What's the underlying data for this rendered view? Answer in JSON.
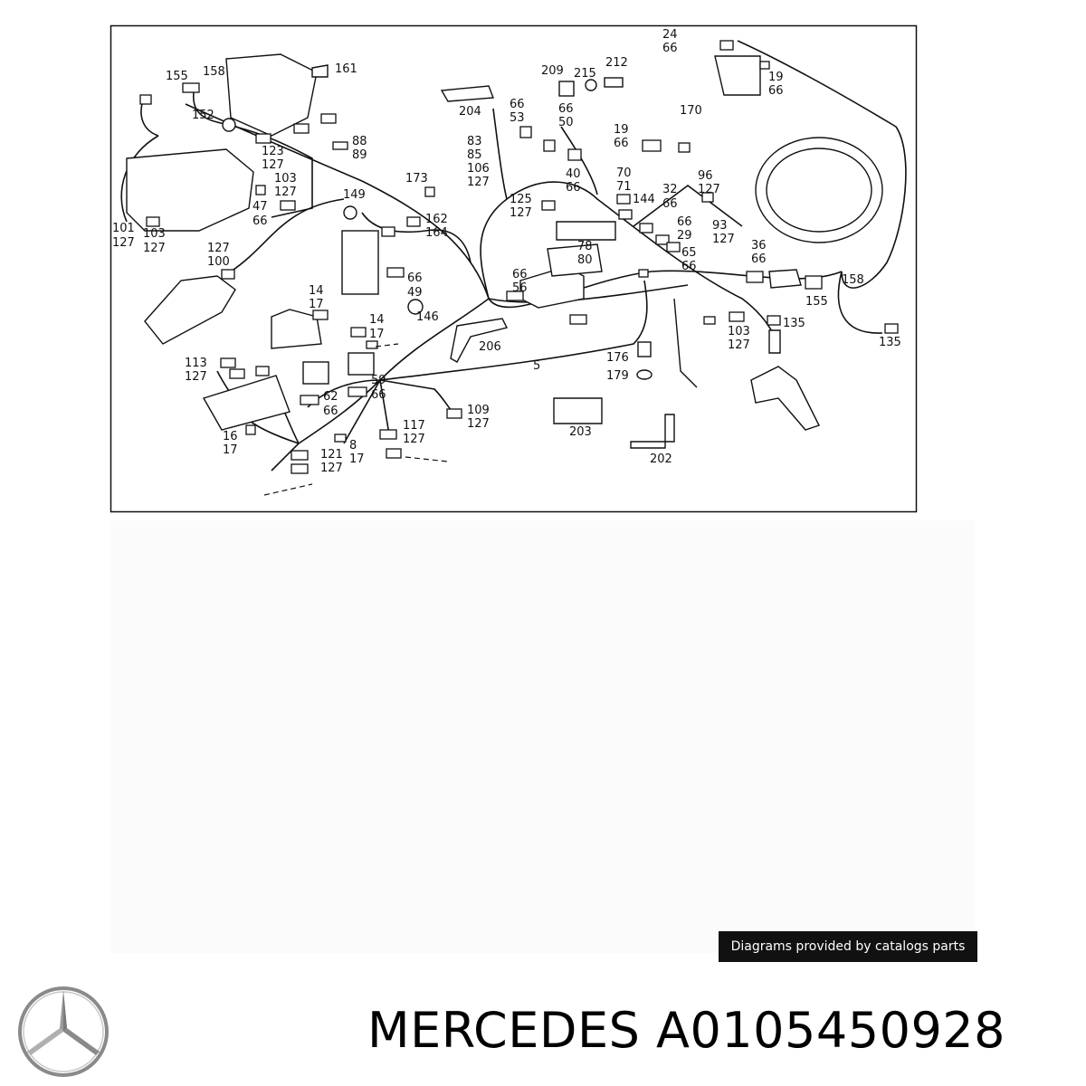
{
  "diagram": {
    "callouts": [
      {
        "id": "c155a",
        "text": "155"
      },
      {
        "id": "c158a",
        "text": "158"
      },
      {
        "id": "c161",
        "text": "161"
      },
      {
        "id": "c152",
        "text": "152"
      },
      {
        "id": "c123",
        "text": "123"
      },
      {
        "id": "c127a",
        "text": "127"
      },
      {
        "id": "c103a",
        "text": "103"
      },
      {
        "id": "c127b",
        "text": "127"
      },
      {
        "id": "c88",
        "text": "88"
      },
      {
        "id": "c89",
        "text": "89"
      },
      {
        "id": "c47",
        "text": "47"
      },
      {
        "id": "c66a",
        "text": "66"
      },
      {
        "id": "c101",
        "text": "101"
      },
      {
        "id": "c127c",
        "text": "127"
      },
      {
        "id": "c103b",
        "text": "103"
      },
      {
        "id": "c127d",
        "text": "127"
      },
      {
        "id": "c127e",
        "text": "127"
      },
      {
        "id": "c100",
        "text": "100"
      },
      {
        "id": "c173",
        "text": "173"
      },
      {
        "id": "c149",
        "text": "149"
      },
      {
        "id": "c162",
        "text": "162"
      },
      {
        "id": "c164",
        "text": "164"
      },
      {
        "id": "c204",
        "text": "204"
      },
      {
        "id": "c209",
        "text": "209"
      },
      {
        "id": "c215",
        "text": "215"
      },
      {
        "id": "c212",
        "text": "212"
      },
      {
        "id": "c66b",
        "text": "66"
      },
      {
        "id": "c53",
        "text": "53"
      },
      {
        "id": "c66c",
        "text": "66"
      },
      {
        "id": "c50",
        "text": "50"
      },
      {
        "id": "c83",
        "text": "83"
      },
      {
        "id": "c85",
        "text": "85"
      },
      {
        "id": "c106",
        "text": "106"
      },
      {
        "id": "c127f",
        "text": "127"
      },
      {
        "id": "c40",
        "text": "40"
      },
      {
        "id": "c66d",
        "text": "66"
      },
      {
        "id": "c125",
        "text": "125"
      },
      {
        "id": "c127g",
        "text": "127"
      },
      {
        "id": "c24",
        "text": "24"
      },
      {
        "id": "c66e",
        "text": "66"
      },
      {
        "id": "c19a",
        "text": "19"
      },
      {
        "id": "c66f",
        "text": "66"
      },
      {
        "id": "c170",
        "text": "170"
      },
      {
        "id": "c19b",
        "text": "19"
      },
      {
        "id": "c66g",
        "text": "66"
      },
      {
        "id": "c70",
        "text": "70"
      },
      {
        "id": "c71",
        "text": "71"
      },
      {
        "id": "c144",
        "text": "144"
      },
      {
        "id": "c32",
        "text": "32"
      },
      {
        "id": "c66h",
        "text": "66"
      },
      {
        "id": "c96",
        "text": "96"
      },
      {
        "id": "c127h",
        "text": "127"
      },
      {
        "id": "c66i",
        "text": "66"
      },
      {
        "id": "c29",
        "text": "29"
      },
      {
        "id": "c65",
        "text": "65"
      },
      {
        "id": "c66j",
        "text": "66"
      },
      {
        "id": "c93",
        "text": "93"
      },
      {
        "id": "c127i",
        "text": "127"
      },
      {
        "id": "c36",
        "text": "36"
      },
      {
        "id": "c66k",
        "text": "66"
      },
      {
        "id": "c78",
        "text": "78"
      },
      {
        "id": "c80",
        "text": "80"
      },
      {
        "id": "c66l",
        "text": "66"
      },
      {
        "id": "c56",
        "text": "56"
      },
      {
        "id": "c158b",
        "text": "158"
      },
      {
        "id": "c155b",
        "text": "155"
      },
      {
        "id": "c14a",
        "text": "14"
      },
      {
        "id": "c17a",
        "text": "17"
      },
      {
        "id": "c66m",
        "text": "66"
      },
      {
        "id": "c49",
        "text": "49"
      },
      {
        "id": "c146",
        "text": "146"
      },
      {
        "id": "c14b",
        "text": "14"
      },
      {
        "id": "c17b",
        "text": "17"
      },
      {
        "id": "c206",
        "text": "206"
      },
      {
        "id": "c135a",
        "text": "135"
      },
      {
        "id": "c103c",
        "text": "103"
      },
      {
        "id": "c127j",
        "text": "127"
      },
      {
        "id": "c135b",
        "text": "135"
      },
      {
        "id": "c113",
        "text": "113"
      },
      {
        "id": "c127k",
        "text": "127"
      },
      {
        "id": "c5",
        "text": "5"
      },
      {
        "id": "c176",
        "text": "176"
      },
      {
        "id": "c179",
        "text": "179"
      },
      {
        "id": "c59",
        "text": "59"
      },
      {
        "id": "c66n",
        "text": "66"
      },
      {
        "id": "c62",
        "text": "62"
      },
      {
        "id": "c66o",
        "text": "66"
      },
      {
        "id": "c109",
        "text": "109"
      },
      {
        "id": "c127l",
        "text": "127"
      },
      {
        "id": "c203",
        "text": "203"
      },
      {
        "id": "c117",
        "text": "117"
      },
      {
        "id": "c127m",
        "text": "127"
      },
      {
        "id": "c16",
        "text": "16"
      },
      {
        "id": "c17c",
        "text": "17"
      },
      {
        "id": "c121",
        "text": "121"
      },
      {
        "id": "c127n",
        "text": "127"
      },
      {
        "id": "c8",
        "text": "8"
      },
      {
        "id": "c17d",
        "text": "17"
      },
      {
        "id": "c202",
        "text": "202"
      }
    ]
  },
  "credit": {
    "text": "Diagrams provided by catalogs parts"
  },
  "title": {
    "text": "MERCEDES A0105450928"
  },
  "logo": {
    "icon": "mercedes-star-icon",
    "color": "#8a8a8a"
  }
}
